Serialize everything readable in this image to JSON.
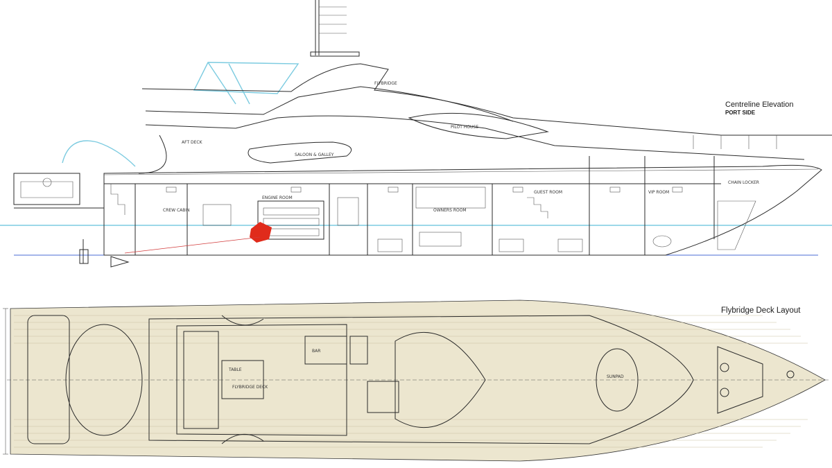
{
  "titles": {
    "elevation": "Centreline Elevation",
    "elevation_sub": "PORT SIDE",
    "deck_layout": "Flybridge Deck Layout"
  },
  "elevation_labels": {
    "flybridge": "FLYBRIDGE",
    "saloon_galley": "SALOON & GALLEY",
    "crew_cabin": "CREW CABIN",
    "engine_room": "ENGINE ROOM",
    "owners_room": "OWNERS ROOM",
    "guest_room": "GUEST ROOM",
    "vip_room": "VIP ROOM",
    "pilot_house": "PILOT HOUSE",
    "aft_deck": "AFT DECK",
    "chain_locker": "CHAIN LOCKER"
  },
  "deck_labels": {
    "flybridge_deck": "FLYBRIDGE DECK",
    "table": "TABLE",
    "sunpad": "SUNPAD",
    "bar": "BAR"
  },
  "colors": {
    "deck": "#ece6cf",
    "hull_line": "#2a2a2a",
    "waterline": "#7ccbe0",
    "accent_red": "#d23a3a",
    "guide_blue": "#4a6bd6"
  }
}
